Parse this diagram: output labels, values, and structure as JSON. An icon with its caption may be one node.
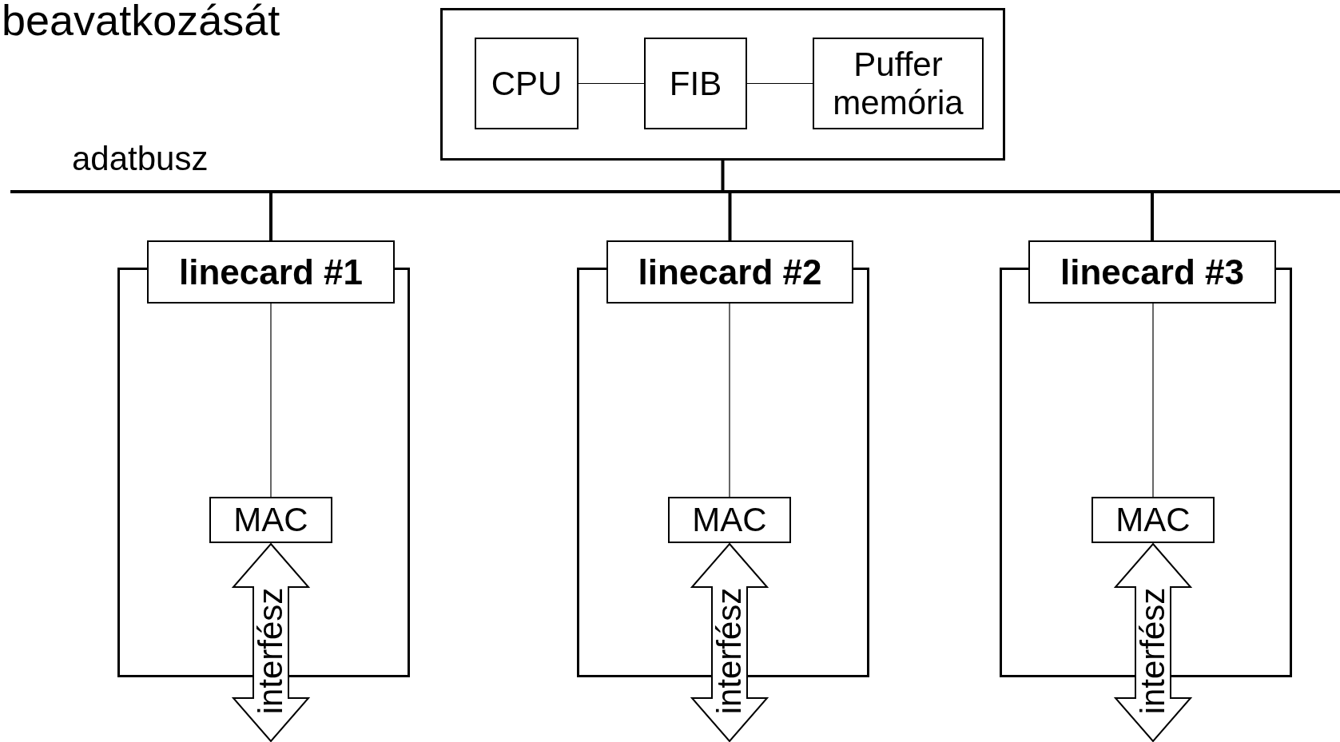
{
  "diagram": {
    "nodes": [
      {
        "text": [],
        "shape": "box"
      },
      {
        "text": [
          "CPU"
        ],
        "in": 0
      },
      {
        "text": [
          "FIB"
        ],
        "in": 0
      },
      {
        "text": [
          "Puffer memória"
        ],
        "in": 0
      },
      {
        "text": [],
        "shape": "bar",
        "beside": [
          "adatbusz"
        ]
      },
      {
        "text": [],
        "shape": "box"
      },
      {
        "text": [
          "linecard #1"
        ],
        "in": 5
      },
      {
        "text": [
          "MAC"
        ],
        "in": 5
      },
      {
        "text": [],
        "shape": "box"
      },
      {
        "text": [
          "linecard #2"
        ],
        "in": 8
      },
      {
        "text": [
          "MAC"
        ],
        "in": 8
      },
      {
        "text": [],
        "shape": "box"
      },
      {
        "text": [
          "linecard #3"
        ],
        "in": 11
      },
      {
        "text": [
          "MAC"
        ],
        "in": 11
      }
    ],
    "edges": [
      {
        "from": 1,
        "to": 2,
        "arrow": "none"
      },
      {
        "from": 2,
        "to": 3,
        "arrow": "none"
      },
      {
        "from": 0,
        "to": 4,
        "arrow": "none",
        "style": "thick"
      },
      {
        "from": 4,
        "to": 6,
        "arrow": "none",
        "style": "thick"
      },
      {
        "from": 4,
        "to": 9,
        "arrow": "none",
        "style": "thick"
      },
      {
        "from": 4,
        "to": 12,
        "arrow": "none",
        "style": "thick"
      },
      {
        "from": 6,
        "to": 7,
        "arrow": "none"
      },
      {
        "from": 9,
        "to": 10,
        "arrow": "none"
      },
      {
        "from": 12,
        "to": 13,
        "arrow": "none"
      },
      {
        "from": 7,
        "to": null,
        "arrow": "both",
        "label": "interfész"
      },
      {
        "from": 10,
        "to": null,
        "arrow": "both",
        "label": "interfész"
      },
      {
        "from": 13,
        "to": null,
        "arrow": "both",
        "label": "interfész"
      }
    ],
    "labels": [
      "beavatkozását"
    ]
  }
}
